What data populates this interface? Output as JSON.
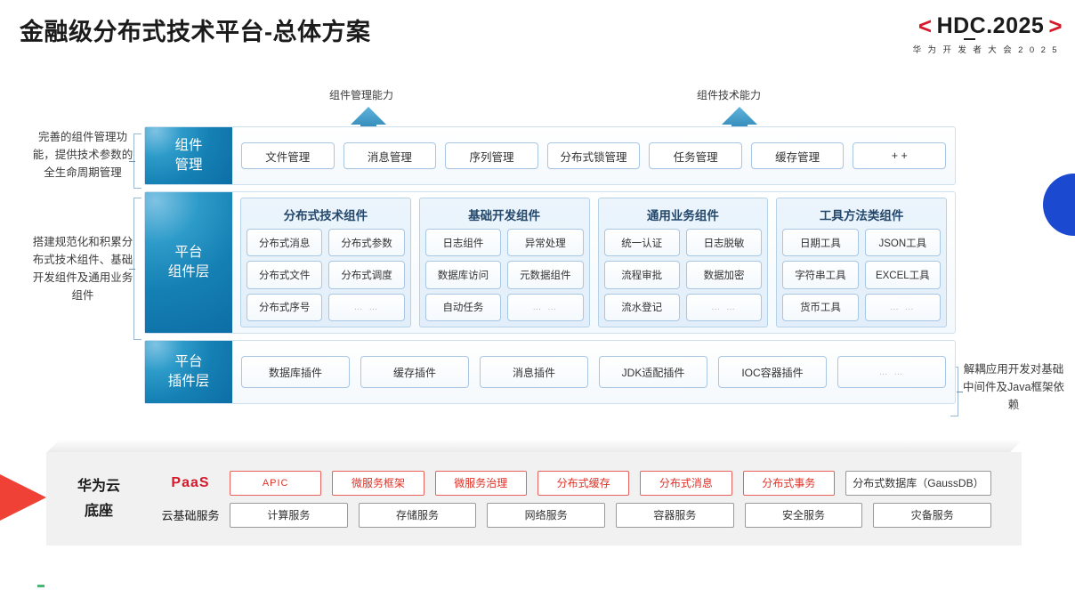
{
  "header": {
    "title": "金融级分布式技术平台-总体方案",
    "logo_bracket_left": "<",
    "logo_bracket_right": ">",
    "logo_main": "HDC.2025",
    "logo_sub": "华 为 开 发 者 大 会 2 0 2 5"
  },
  "arrows": [
    {
      "label": "组件管理能力"
    },
    {
      "label": "组件技术能力"
    }
  ],
  "side_notes": {
    "left": [
      "完善的组件管理功能，提供技术参数的全生命周期管理",
      "搭建规范化和积累分布式技术组件、基础开发组件及通用业务组件"
    ],
    "right": "解耦应用开发对基础中间件及Java框架依赖"
  },
  "rows": {
    "component_management": {
      "label_line1": "组件",
      "label_line2": "管理",
      "items": [
        "文件管理",
        "消息管理",
        "序列管理",
        "分布式锁管理",
        "任务管理",
        "缓存管理",
        "+ +"
      ]
    },
    "platform_component": {
      "label_line1": "平台",
      "label_line2": "组件层",
      "groups": [
        {
          "title": "分布式技术组件",
          "cells": [
            "分布式消息",
            "分布式参数",
            "分布式文件",
            "分布式调度",
            "分布式序号",
            "… …"
          ]
        },
        {
          "title": "基础开发组件",
          "cells": [
            "日志组件",
            "异常处理",
            "数据库访问",
            "元数据组件",
            "自动任务",
            "… …"
          ]
        },
        {
          "title": "通用业务组件",
          "cells": [
            "统一认证",
            "日志脱敏",
            "流程审批",
            "数据加密",
            "流水登记",
            "… …"
          ]
        },
        {
          "title": "工具方法类组件",
          "cells": [
            "日期工具",
            "JSON工具",
            "字符串工具",
            "EXCEL工具",
            "货币工具",
            "… …"
          ]
        }
      ]
    },
    "plugin_layer": {
      "label_line1": "平台",
      "label_line2": "插件层",
      "items": [
        "数据库插件",
        "缓存插件",
        "消息插件",
        "JDK适配插件",
        "IOC容器插件",
        "… …"
      ]
    }
  },
  "base": {
    "title_line1": "华为云",
    "title_line2": "底座",
    "paas_label": "PaaS",
    "cloud_label": "云基础服务",
    "paas_items": [
      "APIC",
      "微服务框架",
      "微服务治理",
      "分布式缓存",
      "分布式消息",
      "分布式事务"
    ],
    "paas_db_item": "分布式数据库（GaussDB）",
    "cloud_items": [
      "计算服务",
      "存储服务",
      "网络服务",
      "容器服务",
      "安全服务",
      "灾备服务"
    ]
  },
  "colors": {
    "brand_red": "#d7182a",
    "accent_blue": "#1580b4",
    "circle_blue": "#1b4ad1",
    "wedge_red": "#ef4136"
  }
}
